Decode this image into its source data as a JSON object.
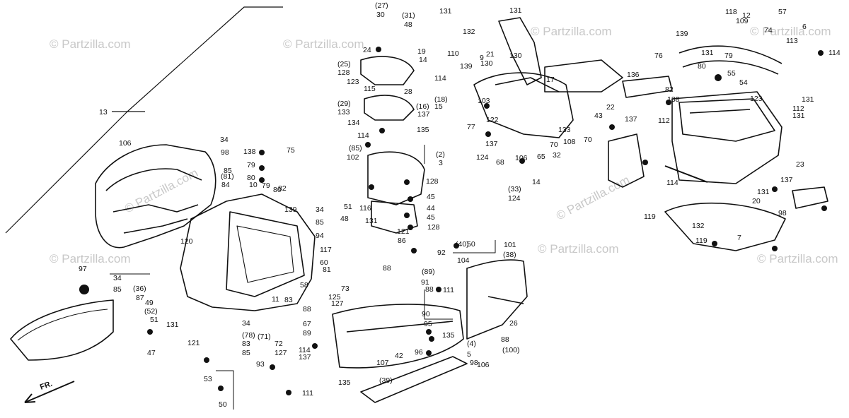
{
  "watermark": "© Partzilla.com",
  "front_marker": "FR.",
  "part_labels": [
    "13",
    "106",
    "97",
    "120",
    "34",
    "85",
    "(36)",
    "87",
    "49",
    "(52)",
    "51",
    "131",
    "47",
    "121",
    "53",
    "50",
    "111",
    "98",
    "34",
    "(81)",
    "84",
    "85",
    "138",
    "79",
    "80",
    "10",
    "80",
    "79",
    "82",
    "139",
    "75",
    "114",
    "(85)",
    "102",
    "34",
    "85",
    "51",
    "48",
    "94",
    "117",
    "60",
    "81",
    "(2)",
    "3",
    "128",
    "45",
    "44",
    "45",
    "116",
    "131",
    "121",
    "128",
    "86",
    "50",
    "(40)",
    "92",
    "104",
    "88",
    "73",
    "58",
    "125",
    "127",
    "11",
    "83",
    "88",
    "67",
    "89",
    "34",
    "(78)",
    "83",
    "85",
    "(71)",
    "72",
    "127",
    "114",
    "137",
    "93",
    "(89)",
    "91",
    "88",
    "111",
    "95",
    "96",
    "135",
    "(4)",
    "5",
    "106",
    "107",
    "42",
    "98",
    "135",
    "(39)",
    "88",
    "(100)",
    "101",
    "(38)",
    "90",
    "26",
    "(27)",
    "30",
    "(31)",
    "48",
    "131",
    "132",
    "24",
    "(25)",
    "128",
    "123",
    "115",
    "28",
    "(29)",
    "133",
    "134",
    "135",
    "19",
    "110",
    "14",
    "9",
    "139",
    "114",
    "130",
    "21",
    "131",
    "130",
    "17",
    "(18)",
    "15",
    "(16)",
    "137",
    "103",
    "122",
    "77",
    "133",
    "137",
    "124",
    "68",
    "106",
    "65",
    "70",
    "108",
    "70",
    "32",
    "(33)",
    "124",
    "14",
    "136",
    "118",
    "12",
    "57",
    "6",
    "76",
    "139",
    "131",
    "79",
    "80",
    "55",
    "54",
    "109",
    "74",
    "113",
    "114",
    "82",
    "123",
    "131",
    "138",
    "22",
    "137",
    "112",
    "112",
    "131",
    "43",
    "114",
    "23",
    "137",
    "131",
    "20",
    "98",
    "119",
    "132",
    "119",
    "7"
  ]
}
